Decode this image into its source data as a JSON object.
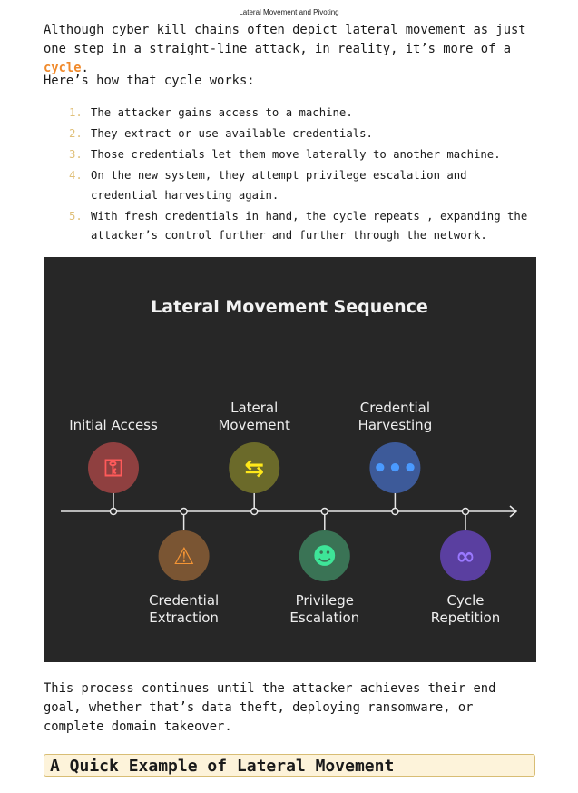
{
  "header": "Lateral Movement and Pivoting",
  "intro": {
    "before": "Although cyber kill chains often depict lateral movement as just one step in a straight-line attack, in reality, it’s more of a ",
    "highlight": "cycle",
    "after": "."
  },
  "lead": "Here’s how that cycle works:",
  "steps": [
    {
      "n": "1.",
      "text": "The attacker gains access to a machine."
    },
    {
      "n": "2.",
      "text": "They extract or use available credentials."
    },
    {
      "n": "3.",
      "text": "Those credentials let them move laterally to another machine."
    },
    {
      "n": "4.",
      "text": "On the new system, they attempt privilege escalation and credential harvesting again."
    },
    {
      "n": "5.",
      "text": "With fresh credentials in hand, the cycle repeats , expanding the attacker’s control further and further through the network."
    }
  ],
  "diagram": {
    "title": "Lateral Movement Sequence",
    "stages": [
      {
        "l1": "Initial Access",
        "l2": "",
        "icon": "key-door-icon",
        "color": "#8f4040",
        "fg": "#ff5a5a"
      },
      {
        "l1": "Credential",
        "l2": "Extraction",
        "icon": "id-card-warning-icon",
        "color": "#7a5533",
        "fg": "#f59535"
      },
      {
        "l1": "Lateral",
        "l2": "Movement",
        "icon": "swap-arrows-icon",
        "color": "#6b6a2a",
        "fg": "#ffe81a"
      },
      {
        "l1": "Privilege",
        "l2": "Escalation",
        "icon": "hacker-alert-icon",
        "color": "#3a7355",
        "fg": "#3ee598"
      },
      {
        "l1": "Credential",
        "l2": "Harvesting",
        "icon": "password-collapse-icon",
        "color": "#3d5a99",
        "fg": "#4a9aff"
      },
      {
        "l1": "Cycle",
        "l2": "Repetition",
        "icon": "infinity-cycle-icon",
        "color": "#5a3fa0",
        "fg": "#9a78ff"
      }
    ]
  },
  "outro": "This process continues until the attacker achieves their end goal, whether that’s data theft, deploying ransomware, or complete domain takeover.",
  "section_heading": "A Quick Example of Lateral Movement"
}
